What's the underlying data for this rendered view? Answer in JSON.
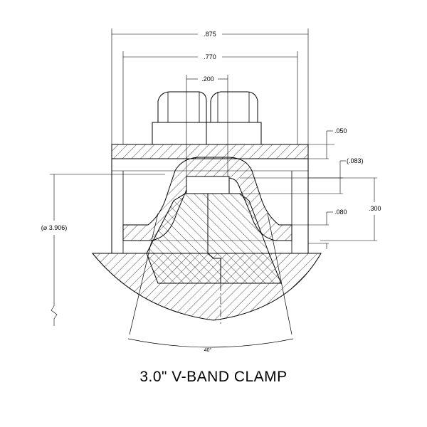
{
  "title": "3.0\" V-BAND CLAMP",
  "dimensions": {
    "overall_width": ".875",
    "inner_width": ".770",
    "bolt_gap": ".200",
    "band_thickness": ".050",
    "ref_height": "(.083)",
    "flange_thickness": ".080",
    "total_height": ".300",
    "diameter": "(⌀ 3.906)",
    "angle": "40°"
  },
  "colors": {
    "line": "#000000",
    "background": "#ffffff"
  }
}
